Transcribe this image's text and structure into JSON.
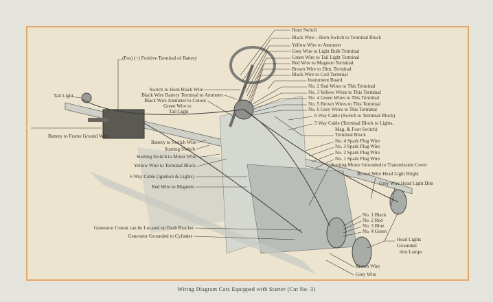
{
  "caption": "Wiring Diagram Cars Equipped with Starter (Cut No. 3)",
  "labels_right": {
    "horn_switch": "Horn Switch",
    "black_horn": "Black Wire—Horn Switch to Terminal Block",
    "yellow_ammeter": "Yellow Wire to Ammeter",
    "grey_bulb": "Grey Wire to Light Bulb Terminal",
    "green_tail": "Green Wire to Tail Light Terminal",
    "red_magneto": "Red Wire to Magneto Terminal",
    "brown_dim": "Brown Wire to Dim. Terminal",
    "black_coil": "Black Wire to Coil Terminal",
    "instrument_board": "Instrument Board",
    "no2": "No. 2 Red Wires to This Terminal",
    "no3": "No. 3 Yellow Wires to This Terminal",
    "no4": "No. 4 Green Wires to This Terminal",
    "no5": "No. 5 Brown Wires to This Terminal",
    "no6": "No. 6 Grey Wires to This Terminal",
    "six_way": "6 Way Cable (Switch to Terminal Block)",
    "five_way": "5 Way Cable (Terminal Block to Lights,",
    "five_way_2": "Mag. & Foot Switch)",
    "terminal_block": "Terminal Block",
    "sp4": "No. 4 Spark Plug Wire",
    "sp3": "No. 3 Spark Plug Wire",
    "sp2": "No. 2 Spark Plug Wire",
    "sp1": "No. 1 Spark Plug Wire",
    "starting_motor": "Starting Motor Grounded to Transmission Cover",
    "brown_bright": "Brown Wire Head Light Bright",
    "grey_dim": "Grey Wire Head Light Dim",
    "n1": "No. 1 Black",
    "n2": "No. 2 Red",
    "n3": "No. 3 Blue",
    "n4": "No. 4 Green",
    "head_1": "Head Lights",
    "head_2": "Grounded",
    "head_3": "thru Lamps",
    "brown_wire": "Brown Wire",
    "grey_wire": "Grey Wire"
  },
  "labels_left": {
    "pos_terminal": "(Pos) (+) Positive Terminal of Battery",
    "tail_light": "Tail Light",
    "switch_horn": "Switch to Horn Black Wire",
    "battery_ammeter": "Black Wire Battery Terminal to Ammeter",
    "ammeter_cutout": "Black Wire Ammeter to Cutout",
    "green_tail_1": "Green Wire to",
    "green_tail_2": "Tail Light",
    "battery_frame": "Battery to Frame Ground Wire",
    "battery_switch": "Battery to Switch Wire",
    "starting_switch": "Starting Switch",
    "switch_motor": "Starting Switch to Motor Wire",
    "yellow_tb": "Yellow Wire to Terminal Block",
    "six_way_ign": "6 Way Cable (Ignition & Lights)",
    "red_magneto": "Red Wire to Magneto",
    "gen_cutout": "Generator Cutout can be Located on Dash Bracket",
    "gen_ground": "Generator Grounded to Cylinder"
  }
}
